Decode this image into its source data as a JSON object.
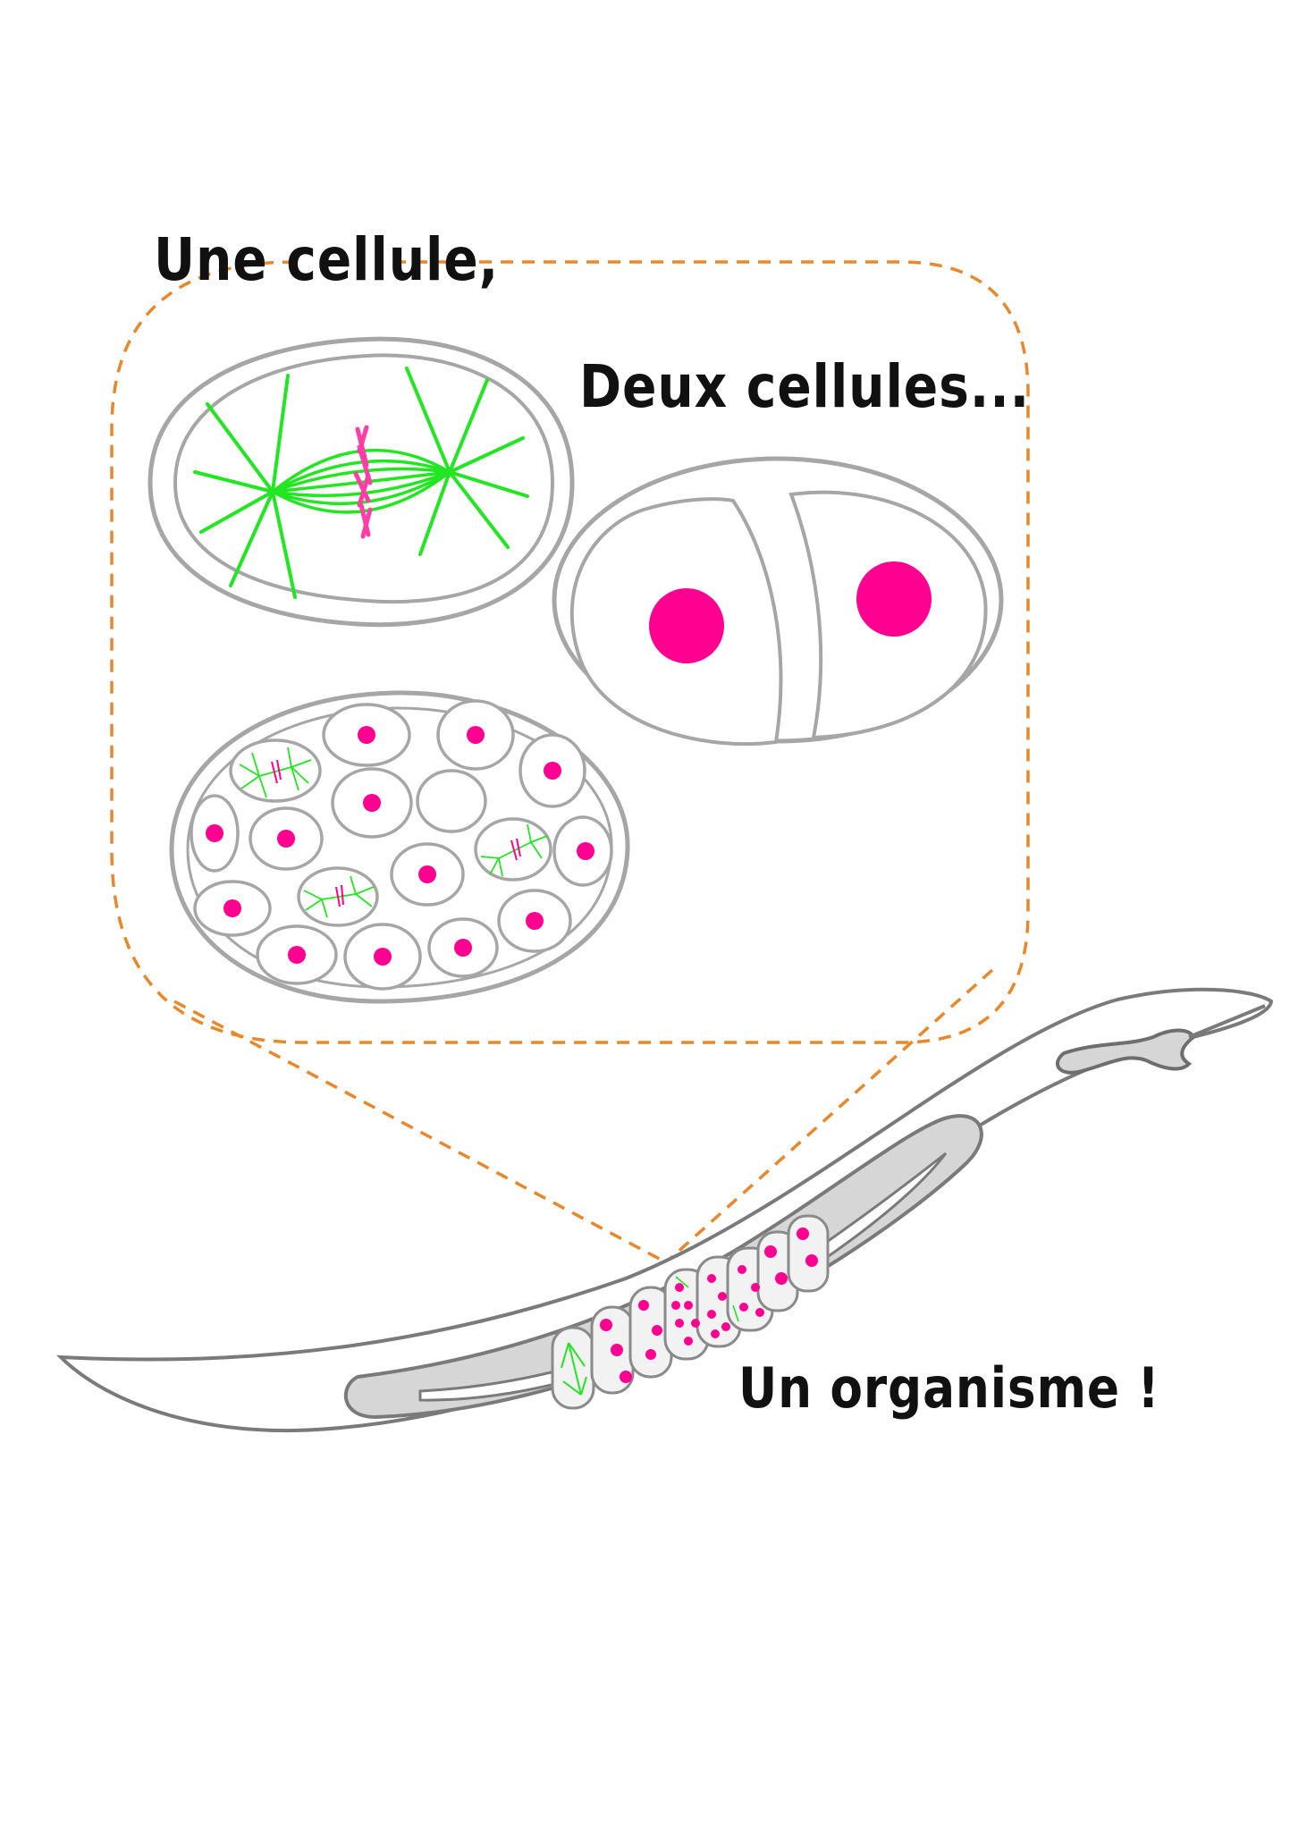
{
  "captions": {
    "one_cell": "Une cellule,",
    "two_cells": "Deux cellules...",
    "organism": "Un organisme !"
  },
  "colors": {
    "outline": "#a6a6a6",
    "outline_dark": "#7a7a7a",
    "spindle": "#22e622",
    "nucleus": "#ff0090",
    "callout": "#e8882a",
    "gut_fill": "#d6d6d6",
    "text": "#111111"
  },
  "icons": {
    "mitotic_cell": "mitotic-cell-icon",
    "two_cell_embryo": "two-cell-embryo-icon",
    "multicellular_embryo": "multicellular-embryo-icon",
    "worm": "nematode-worm-icon"
  }
}
